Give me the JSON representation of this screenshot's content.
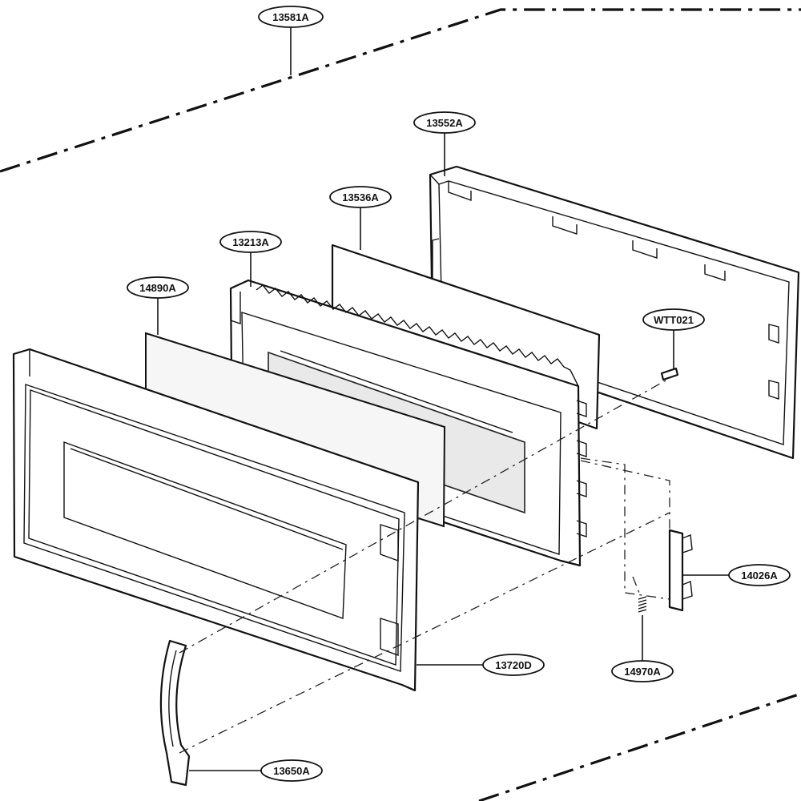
{
  "callouts": {
    "frame": "13581A",
    "door_back_frame": "13552A",
    "choke_cover": "13536A",
    "inner_door_panel": "13213A",
    "glass_panel": "14890A",
    "fastener": "WTT021",
    "door_hook": "14026A",
    "door_front": "13720D",
    "spring": "14970A",
    "handle": "13650A"
  },
  "colors": {
    "line": "#111111",
    "background": "#ffffff",
    "window_tint": "#e9e9e9"
  }
}
